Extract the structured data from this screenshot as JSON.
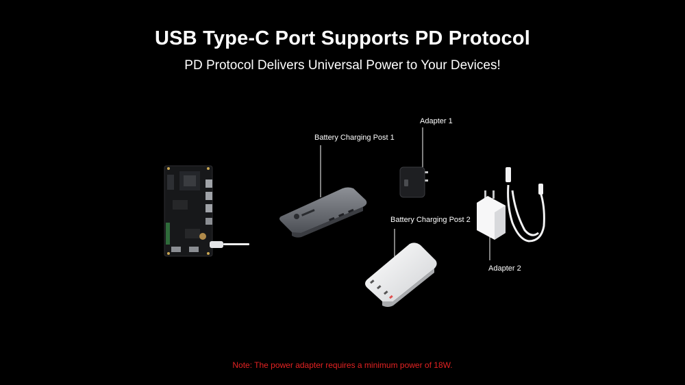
{
  "header": {
    "title": "USB Type-C Port Supports PD Protocol",
    "subtitle": "PD Protocol Delivers Universal Power to Your Devices!"
  },
  "labels": {
    "battery_post_1": "Battery Charging Post 1",
    "adapter_1": "Adapter 1",
    "battery_post_2": "Battery Charging Post 2",
    "adapter_2": "Adapter 2"
  },
  "footer": {
    "note": "Note: The power adapter requires a minimum power of 18W."
  },
  "colors": {
    "background": "#000000",
    "text": "#ffffff",
    "note": "#e52222"
  },
  "icons": {
    "board": "dev-board-icon",
    "cable": "usb-c-cable-icon",
    "power_bank_1": "power-bank-gray-icon",
    "adapter_1": "black-adapter-icon",
    "power_bank_2": "power-bank-white-icon",
    "adapter_2": "white-adapter-icon",
    "cable_2": "white-usb-cable-icon"
  }
}
